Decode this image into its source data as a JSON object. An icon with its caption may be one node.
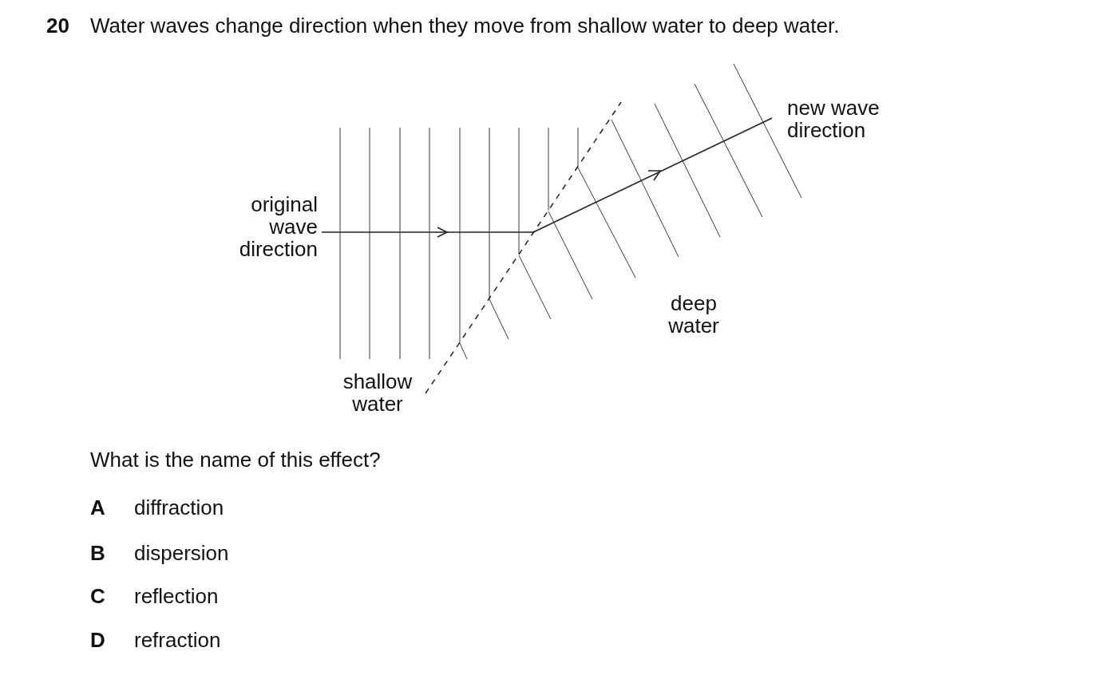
{
  "diagram": {
    "labels": [
      "20",
      "Water waves change direction when they move from shallow water to deep water.",
      "new wave direction",
      "original wave direction",
      "deep water",
      "shallow water",
      "What is the name of this effect?",
      "A",
      "diffraction",
      "B",
      "dispersion",
      "C",
      "reflection",
      "D",
      "refraction"
    ]
  }
}
